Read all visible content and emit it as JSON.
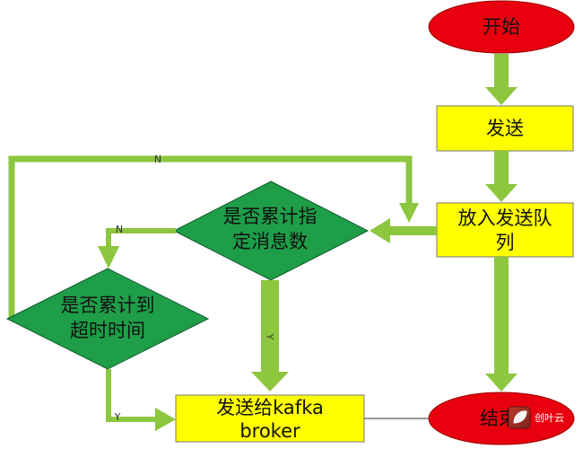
{
  "colors": {
    "arrow": "#8DC63F",
    "ellipse_fill": "#E8000F",
    "box_fill": "#FFFF00",
    "diamond_fill": "#1E9E48"
  },
  "nodes": {
    "start": "开始",
    "send": "发送",
    "queue_line1": "放入发送队",
    "queue_line2": "列",
    "count_line1": "是否累计指",
    "count_line2": "定消息数",
    "timeout_line1": "是否累计到",
    "timeout_line2": "超时时间",
    "kafka_line1": "发送给kafka",
    "kafka_line2": "broker",
    "end": "结束"
  },
  "edges": {
    "top_loop_label": "N",
    "count_to_timeout_label": "N",
    "count_to_kafka_label": "Y",
    "timeout_to_kafka_label": "Y"
  },
  "watermark": {
    "icon": "leaf-icon",
    "text": "创叶云"
  }
}
